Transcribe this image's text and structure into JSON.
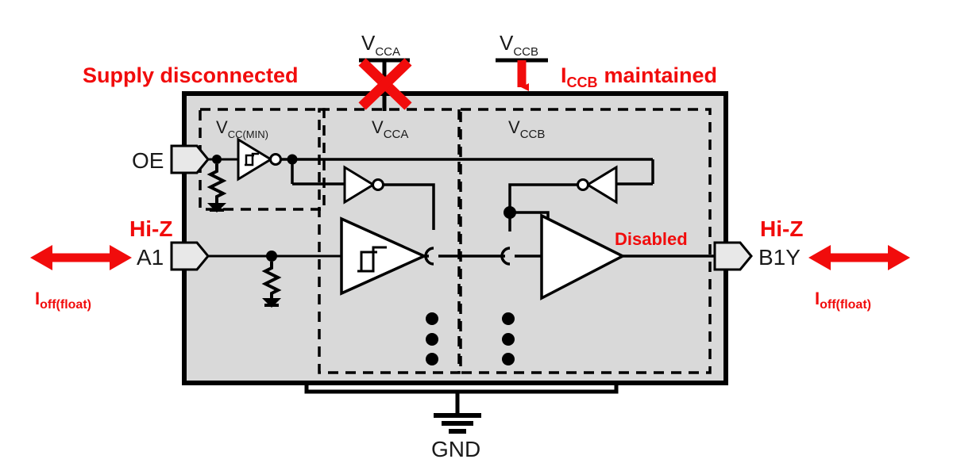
{
  "figure": {
    "type": "block-diagram",
    "subject": "Partial power-down / I-off state of a voltage-level-translating bus buffer",
    "background_color": "#ffffff",
    "die_fill": "#d9d9d9",
    "line_color": "#000000",
    "accent_color": "#f10c0c"
  },
  "annotations": {
    "supply_disconnected": "Supply  disconnected",
    "iccb_maintained_current": "I",
    "iccb_maintained_sub": "CCB",
    "iccb_maintained_rest": "maintained",
    "disabled": "Disabled",
    "hi_z_left": "Hi-Z",
    "hi_z_right": "Hi-Z"
  },
  "supplies": [
    {
      "name": "vcca-supply",
      "label_main": "V",
      "label_sub": "CCA",
      "state": "disconnected",
      "marker": "red-x"
    },
    {
      "name": "vccb-supply",
      "label_main": "V",
      "label_sub": "CCB",
      "state": "maintained",
      "marker": "red-down-arrow"
    }
  ],
  "pins": [
    {
      "name": "oe-pin",
      "label": "OE",
      "side": "left",
      "type": "input"
    },
    {
      "name": "a1-pin",
      "label": "A1",
      "side": "left",
      "type": "io"
    },
    {
      "name": "b1y-pin",
      "label": "B1Y",
      "side": "right",
      "type": "io"
    },
    {
      "name": "gnd-pin",
      "label": "GND",
      "side": "bottom",
      "type": "ground"
    }
  ],
  "leakage_labels": [
    {
      "name": "ioff-left",
      "current": "I",
      "sub": "off(float)"
    },
    {
      "name": "ioff-right",
      "current": "I",
      "sub": "off(float)"
    }
  ],
  "power_domains": [
    {
      "name": "vccmin-domain",
      "label_main": "V",
      "label_sub": "CC(MIN)"
    },
    {
      "name": "vcca-domain",
      "label_main": "V",
      "label_sub": "CCA"
    },
    {
      "name": "vccb-domain",
      "label_main": "V",
      "label_sub": "CCB"
    }
  ],
  "chart_data": {
    "type": "table",
    "title": "Partial power-down behavior",
    "categories": [
      "VCCA",
      "VCCB",
      "A1",
      "B1Y",
      "OE"
    ],
    "values": [
      "disconnected",
      "maintained",
      "Hi-Z",
      "Hi-Z",
      "Disabled"
    ]
  }
}
